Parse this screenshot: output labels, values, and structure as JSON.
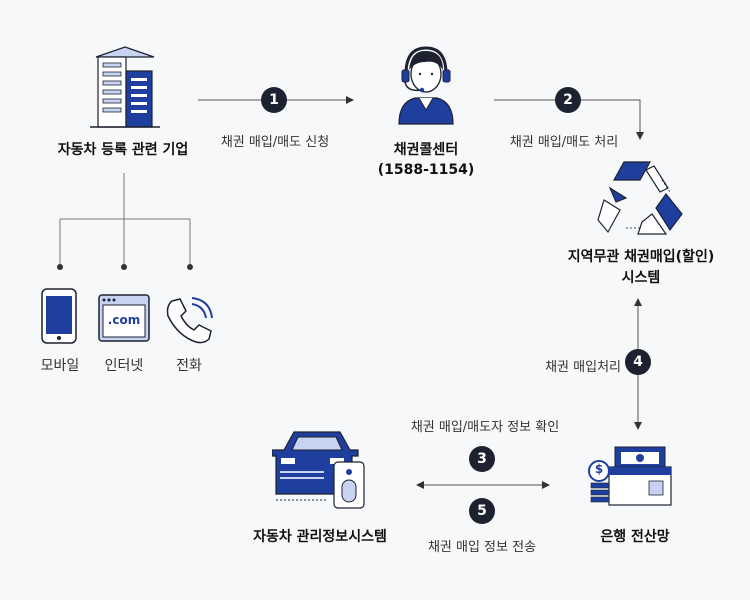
{
  "nodes": {
    "company": "자동차 등록 관련 기업",
    "callcenter_title": "채권콜센터",
    "callcenter_phone": "(1588-1154)",
    "system_line1": "지역무관 채권매입(할인)",
    "system_line2": "시스템",
    "bank": "은행 전산망",
    "car_system": "자동차 관리정보시스템"
  },
  "channels": [
    {
      "label": "모바일",
      "icon": "mobile-icon"
    },
    {
      "label": "인터넷",
      "icon": "internet-icon",
      "screen_text": ".com"
    },
    {
      "label": "전화",
      "icon": "phone-icon"
    }
  ],
  "steps": [
    {
      "number": "1",
      "label": "채권 매입/매도 신청"
    },
    {
      "number": "2",
      "label": "채권 매입/매도 처리"
    },
    {
      "number": "3",
      "label": "채권 매입/매도자 정보 확인"
    },
    {
      "number": "4",
      "label": "채권 매입처리"
    },
    {
      "number": "5",
      "label": "채권 매입 정보 전송"
    }
  ],
  "bank_icon": {
    "currency_symbol": "$"
  },
  "colors": {
    "primary": "#1e3f9e",
    "dark": "#1d2230",
    "light_blue": "#c7d3f0",
    "line": "#555555"
  }
}
